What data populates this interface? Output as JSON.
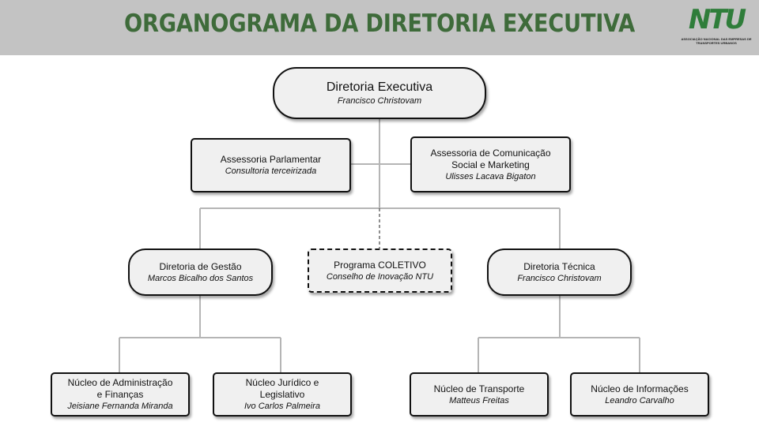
{
  "header": {
    "title": "ORGANOGRAMA DA DIRETORIA EXECUTIVA",
    "logo_mark": "NTU",
    "logo_text": "ASSOCIAÇÃO NACIONAL DAS EMPRESAS DE TRANSPORTES URBANOS"
  },
  "nodes": {
    "diretoria_executiva": {
      "name": "Diretoria Executiva",
      "person": "Francisco Christovam"
    },
    "assessoria_parlamentar": {
      "name": "Assessoria Parlamentar",
      "person": "Consultoria terceirizada"
    },
    "assessoria_comunicacao": {
      "name_line1": "Assessoria de Comunicação",
      "name_line2": "Social e Marketing",
      "person": "Ulisses Lacava Bigaton"
    },
    "diretoria_gestao": {
      "name": "Diretoria de Gestão",
      "person": "Marcos Bicalho dos Santos"
    },
    "programa_coletivo": {
      "name": "Programa COLETIVO",
      "person": "Conselho de Inovação NTU"
    },
    "diretoria_tecnica": {
      "name": "Diretoria Técnica",
      "person": "Francisco Christovam"
    },
    "nucleo_administracao": {
      "name_line1": "Núcleo de Administração",
      "name_line2": "e Finanças",
      "person": "Jeisiane Fernanda Miranda"
    },
    "nucleo_juridico": {
      "name_line1": "Núcleo Jurídico e",
      "name_line2": "Legislativo",
      "person": "Ivo Carlos Palmeira"
    },
    "nucleo_transporte": {
      "name": "Núcleo de Transporte",
      "person": "Matteus Freitas"
    },
    "nucleo_informacoes": {
      "name": "Núcleo de Informações",
      "person": "Leandro Carvalho"
    }
  },
  "colors": {
    "title": "#3e6b3a",
    "header_bg": "#c3c3c3",
    "box_fill": "#f0f0f0",
    "connector": "#b5b5b5"
  }
}
